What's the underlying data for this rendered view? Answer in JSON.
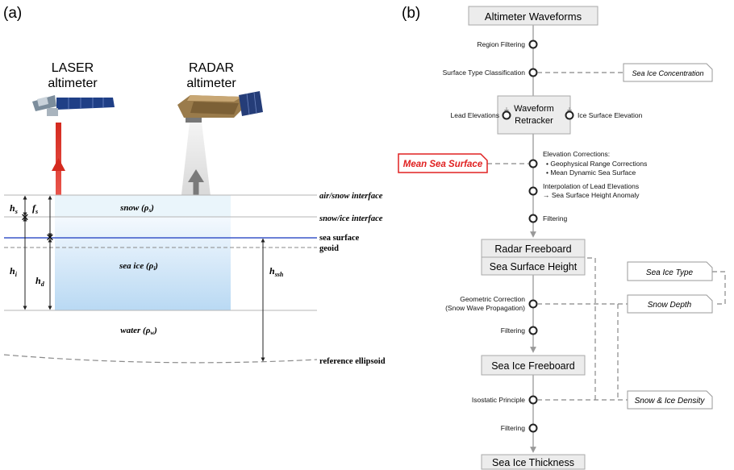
{
  "panel_a": {
    "label": "(a)",
    "laser": {
      "line1": "LASER",
      "line2": "altimeter"
    },
    "radar": {
      "line1": "RADAR",
      "line2": "altimeter"
    },
    "symbols": {
      "hs": "h",
      "hs_sub": "s",
      "fs": "f",
      "fs_sub": "s",
      "hi": "h",
      "hi_sub": "i",
      "hd": "h",
      "hd_sub": "d",
      "hssh": "h",
      "hssh_sub": "ssh"
    },
    "layers": {
      "snow": "snow (ρ",
      "snow_sub": "s",
      "snow_end": ")",
      "ice": "sea ice (ρ",
      "ice_sub": "i",
      "ice_end": ")",
      "water": "water (ρ",
      "water_sub": "w",
      "water_end": ")"
    },
    "interfaces": {
      "air_snow": "air/snow interface",
      "snow_ice": "snow/ice interface",
      "sea_surface": "sea surface",
      "geoid": "geoid",
      "ellipsoid": "reference ellipsoid"
    },
    "colors": {
      "laser_beam": "#d42a1f",
      "sea_line": "#3a56c8"
    }
  },
  "panel_b": {
    "label": "(b)",
    "boxes": {
      "waveforms": "Altimeter Waveforms",
      "retracker_1": "Waveform",
      "retracker_2": "Retracker",
      "radar_freeboard": "Radar Freeboard",
      "ssh": "Sea Surface Height",
      "si_freeboard": "Sea Ice Freeboard",
      "thickness": "Sea Ice Thickness"
    },
    "steps": {
      "region": "Region Filtering",
      "surface_type": "Surface Type Classification",
      "lead_elev": "Lead Elevations",
      "ice_elev": "Ice Surface Elevation",
      "elev_corr": "Elevation Corrections:",
      "elev_corr_b1": "Geophysical Range Corrections",
      "elev_corr_b2": "Mean Dynamic Sea Surface",
      "interp_1": "Interpolation of Lead Elevations",
      "interp_2": "→ Sea Surface Height Anomaly",
      "filtering": "Filtering",
      "geo_corr_1": "Geometric Correction",
      "geo_corr_2": "(Snow Wave Propagation)",
      "isostatic": "Isostatic Principle"
    },
    "inputs": {
      "concentration": "Sea Ice Concentration",
      "mss": "Mean Sea Surface",
      "type": "Sea Ice Type",
      "depth": "Snow Depth",
      "density": "Snow & Ice Density"
    },
    "colors": {
      "mss_accent": "#e02020",
      "box_fill": "#ececec"
    }
  }
}
